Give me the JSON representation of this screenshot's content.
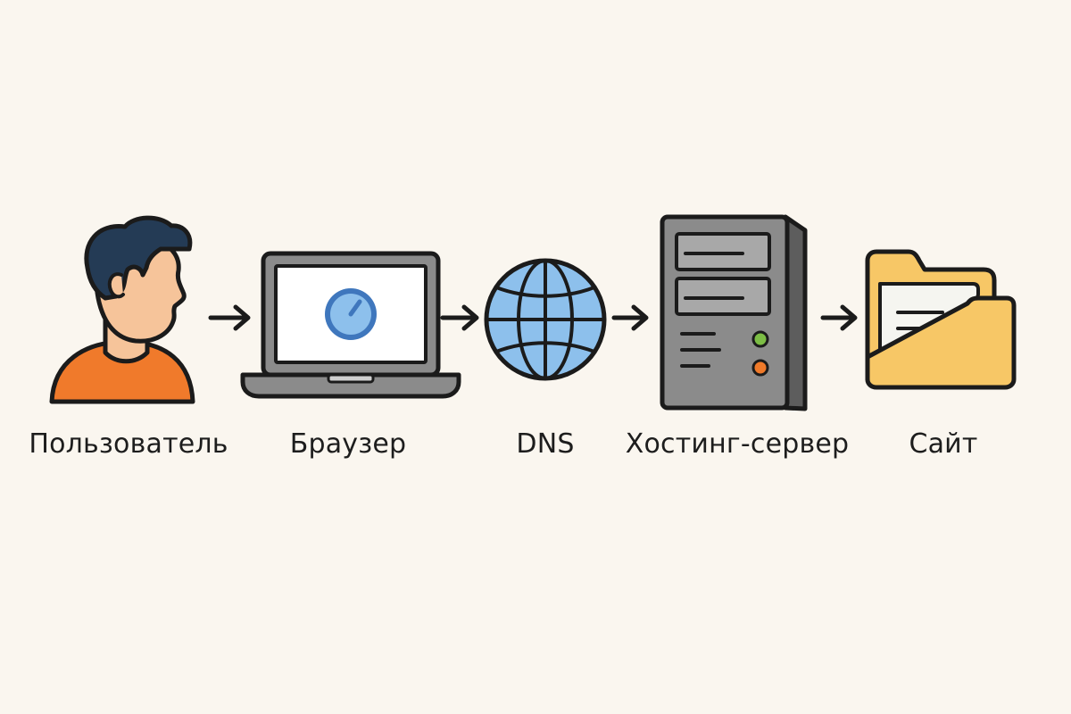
{
  "diagram": {
    "nodes": [
      {
        "id": "user",
        "label": "Пользователь",
        "icon": "user-icon"
      },
      {
        "id": "browser",
        "label": "Браузер",
        "icon": "laptop-browser-icon"
      },
      {
        "id": "dns",
        "label": "DNS",
        "icon": "globe-icon"
      },
      {
        "id": "server",
        "label": "Хостинг-сервер",
        "icon": "server-tower-icon"
      },
      {
        "id": "site",
        "label": "Сайт",
        "icon": "folder-document-icon"
      }
    ],
    "edges": [
      {
        "from": "user",
        "to": "browser"
      },
      {
        "from": "browser",
        "to": "dns"
      },
      {
        "from": "dns",
        "to": "server"
      },
      {
        "from": "server",
        "to": "site"
      }
    ]
  },
  "colors": {
    "background": "#faf6ef",
    "outline": "#1b1b1b",
    "skin": "#f6c49a",
    "hair": "#243b55",
    "shirt": "#f07a2b",
    "device_gray": "#8b8b8b",
    "screen": "#ffffff",
    "accent_blue": "#8dc0ec",
    "accent_blue_dark": "#3f77bd",
    "folder_yellow": "#f7c766",
    "paper": "#f5f5f0",
    "led_green": "#7cbd45",
    "led_orange": "#ef7a2a"
  }
}
